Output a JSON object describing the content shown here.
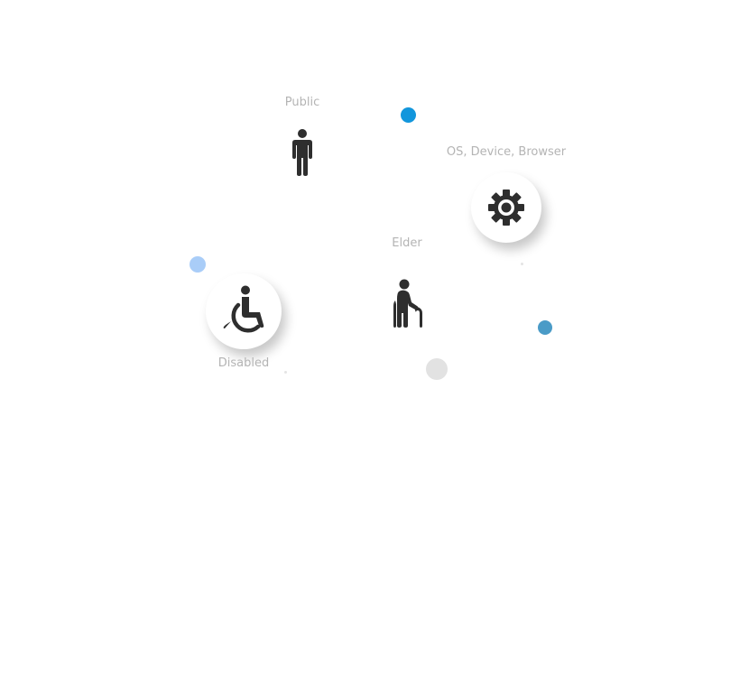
{
  "nodes": {
    "public": {
      "label": "Public",
      "icon": "person-icon"
    },
    "os": {
      "label": "OS, Device, Browser",
      "icon": "gear-icon"
    },
    "elder": {
      "label": "Elder",
      "icon": "elderly-person-icon"
    },
    "disabled": {
      "label": "Disabled",
      "icon": "wheelchair-icon"
    }
  },
  "colors": {
    "label": "#b4b4b4",
    "icon": "#2e2e2e",
    "dot_blue": "#1296dc",
    "dot_light_blue": "#a9cdf8",
    "dot_teal": "#4a9bc7",
    "dot_grey": "#e2e2e2"
  }
}
